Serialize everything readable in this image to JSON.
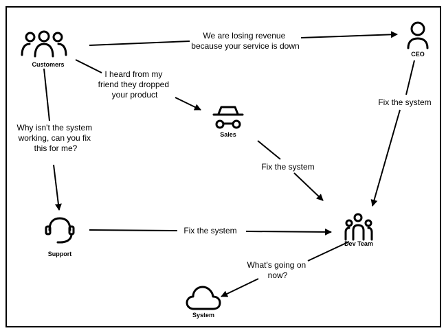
{
  "nodes": {
    "customers": {
      "label": "Customers",
      "icon": "group-icon"
    },
    "ceo": {
      "label": "CEO",
      "icon": "user-icon"
    },
    "sales": {
      "label": "Sales",
      "icon": "spy-icon"
    },
    "dev_team": {
      "label": "Dev Team",
      "icon": "team-icon"
    },
    "support": {
      "label": "Support",
      "icon": "headset-icon"
    },
    "system": {
      "label": "System",
      "icon": "cloud-icon"
    }
  },
  "edges": {
    "customers_ceo": {
      "lines": [
        "We are losing revenue",
        "because your service is down"
      ]
    },
    "customers_sales": {
      "lines": [
        "I heard from my",
        "friend they dropped",
        "your product"
      ]
    },
    "customers_support": {
      "lines": [
        "Why isn't the system",
        "working, can you fix",
        "this for me?"
      ]
    },
    "ceo_dev": {
      "lines": [
        "Fix the system"
      ]
    },
    "sales_dev": {
      "lines": [
        "Fix the system"
      ]
    },
    "support_dev": {
      "lines": [
        "Fix the system"
      ]
    },
    "dev_system": {
      "lines": [
        "What's going on",
        "now?"
      ]
    }
  },
  "colors": {
    "stroke": "#000000",
    "background": "#ffffff"
  }
}
